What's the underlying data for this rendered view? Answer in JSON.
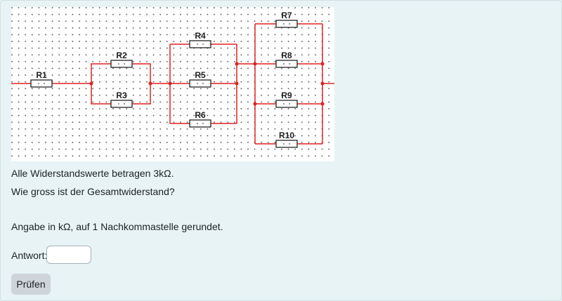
{
  "circuit": {
    "resistors": [
      "R1",
      "R2",
      "R3",
      "R4",
      "R5",
      "R6",
      "R7",
      "R8",
      "R9",
      "R10"
    ]
  },
  "question": {
    "line1": "Alle Widerstandswerte betragen 3kΩ.",
    "line2": "Wie gross ist der Gesamtwiderstand?",
    "line3": "Angabe in kΩ, auf 1 Nachkommastelle gerundet."
  },
  "answer": {
    "label": "Antwort:",
    "value": ""
  },
  "actions": {
    "check_label": "Prüfen"
  },
  "colors": {
    "wire": "#e02020",
    "background": "#e7f3f5",
    "button": "#ced4da"
  }
}
